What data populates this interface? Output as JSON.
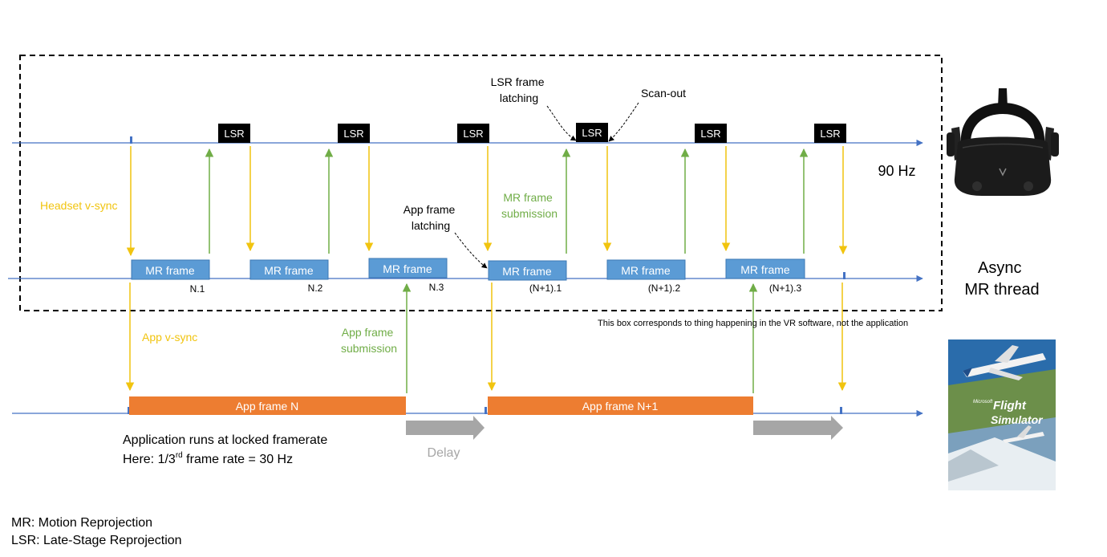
{
  "colors": {
    "timeline": "#4472c4",
    "mr_frame": "#5b9bd5",
    "app_frame": "#ed7d31",
    "lsr_box": "#000000",
    "vsync_arrow": "#f1c40f",
    "submission_arrow": "#70ad47",
    "delay_arrow": "#a6a6a6",
    "dashed_box": "#000000"
  },
  "labels": {
    "lsr_frame_latching": [
      "LSR frame",
      "latching"
    ],
    "scan_out": "Scan-out",
    "hz90": "90 Hz",
    "headset_vsync": "Headset v-sync",
    "mr_frame_submission": [
      "MR frame",
      "submission"
    ],
    "app_frame_latching": [
      "App frame",
      "latching"
    ],
    "async_mr_thread": [
      "Async",
      "MR thread"
    ],
    "app_vsync": "App v-sync",
    "app_frame_submission": [
      "App frame",
      "submission"
    ],
    "box_note": "This box corresponds to thing happening in the VR software, not the application",
    "app_locked": "Application runs at locked framerate",
    "here_prefix": "Here: 1/3",
    "here_sup": "rd",
    "here_suffix": " frame rate = 30 Hz",
    "delay": "Delay",
    "legend_mr": "MR: Motion Reprojection",
    "legend_lsr": "LSR: Late-Stage Reprojection"
  },
  "lsr_boxes": [
    "LSR",
    "LSR",
    "LSR",
    "LSR",
    "LSR",
    "LSR"
  ],
  "mr_frames": [
    {
      "label": "MR frame",
      "index": "N.1"
    },
    {
      "label": "MR frame",
      "index": "N.2"
    },
    {
      "label": "MR frame",
      "index": "N.3"
    },
    {
      "label": "MR frame",
      "index": "(N+1).1"
    },
    {
      "label": "MR frame",
      "index": "(N+1).2"
    },
    {
      "label": "MR frame",
      "index": "(N+1).3"
    }
  ],
  "app_frames": [
    "App frame N",
    "App frame N+1"
  ],
  "game_cover": {
    "brand": "Microsoft",
    "title": [
      "Flight",
      "Simulator"
    ]
  }
}
